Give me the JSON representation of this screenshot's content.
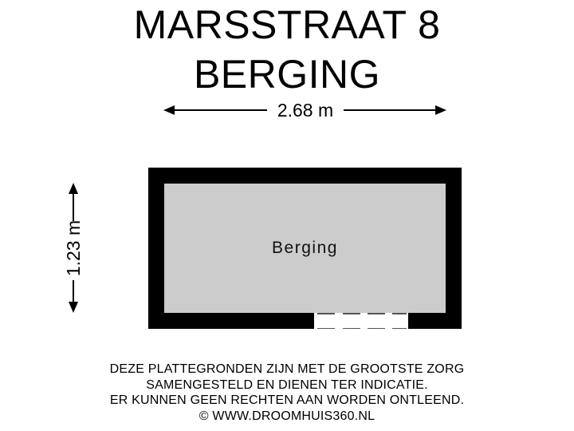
{
  "header": {
    "address": "MARSSTRAAT 8",
    "floor": "BERGING"
  },
  "dimensions": {
    "width_label": "2.68 m",
    "height_label": "1.23 m"
  },
  "rooms": [
    {
      "name": "Berging",
      "fill": "#cccccc"
    }
  ],
  "colors": {
    "wall": "#000000",
    "room_fill": "#cccccc",
    "background": "#ffffff"
  },
  "footer": {
    "lines": [
      "DEZE PLATTEGRONDEN ZIJN MET DE GROOTSTE ZORG",
      "SAMENGESTELD EN DIENEN TER INDICATIE.",
      "ER KUNNEN GEEN RECHTEN AAN WORDEN ONTLEEND.",
      "© WWW.DROOMHUIS360.NL"
    ]
  }
}
